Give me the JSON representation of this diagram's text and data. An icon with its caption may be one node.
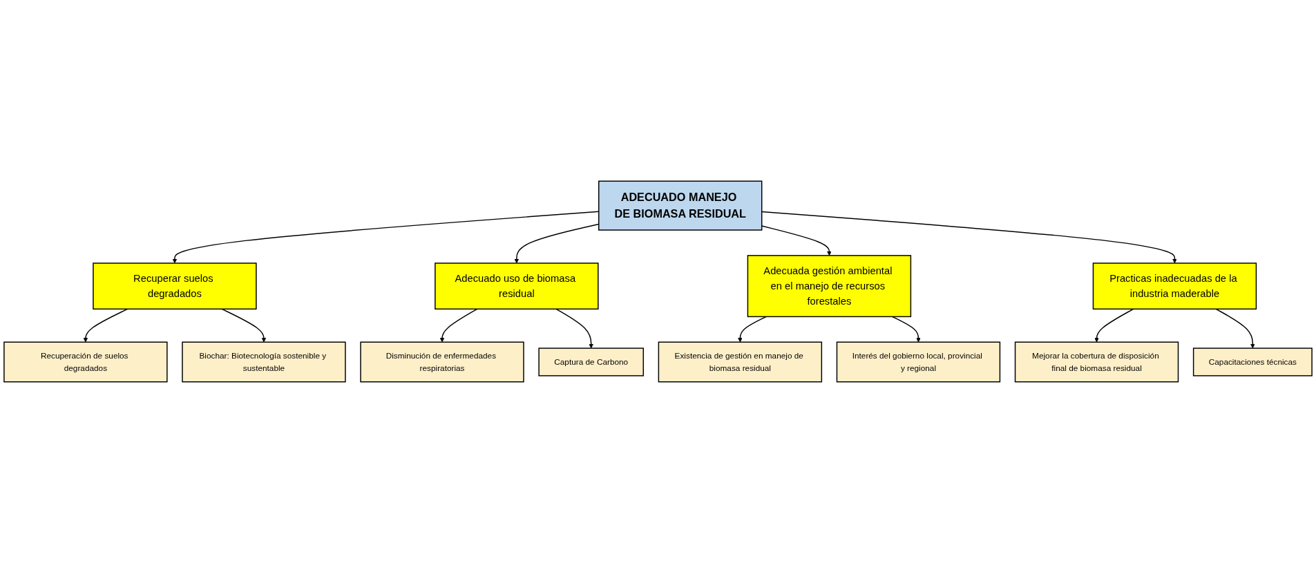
{
  "diagram": {
    "nodes": [
      {
        "text": [
          "Recuperación de suelos degradados"
        ]
      },
      {
        "text": [
          "Biochar: Biotecnología sostenible y sustentable"
        ]
      },
      {
        "text": [
          "Disminución de enfermedades respiratorias"
        ]
      },
      {
        "text": [
          "Captura de Carbono"
        ]
      },
      {
        "text": [
          "Recuperar suelos degradados"
        ]
      },
      {
        "text": [
          "Adecuado uso de biomasa residual"
        ]
      },
      {
        "text": [
          "ADECUADO MANEJO DE BIOMASA RESIDUAL"
        ]
      },
      {
        "text": [
          "Adecuada gestión ambiental en el manejo de recursos forestales"
        ]
      },
      {
        "text": [
          "Practicas inadecuadas de la industria maderable"
        ]
      },
      {
        "text": [
          "Existencia de gestión en manejo de biomasa residual"
        ]
      },
      {
        "text": [
          "Interés del gobierno local, provincial y regional"
        ]
      },
      {
        "text": [
          "Mejorar la cobertura de disposición final de biomasa residual"
        ]
      },
      {
        "text": [
          "Capacitaciones técnicas"
        ]
      }
    ],
    "edges": [
      {
        "from": 4,
        "to": 0,
        "arrow": "to"
      },
      {
        "from": 4,
        "to": 1,
        "arrow": "to"
      },
      {
        "from": 5,
        "to": 2,
        "arrow": "to"
      },
      {
        "from": 5,
        "to": 3,
        "arrow": "to"
      },
      {
        "from": 6,
        "to": 4,
        "arrow": "to"
      },
      {
        "from": 6,
        "to": 5,
        "arrow": "to"
      },
      {
        "from": 6,
        "to": 7,
        "arrow": "to"
      },
      {
        "from": 6,
        "to": 8,
        "arrow": "to"
      },
      {
        "from": 7,
        "to": 9,
        "arrow": "to"
      },
      {
        "from": 7,
        "to": 10,
        "arrow": "to"
      },
      {
        "from": 8,
        "to": 11,
        "arrow": "to"
      },
      {
        "from": 8,
        "to": 12,
        "arrow": "to"
      }
    ]
  }
}
